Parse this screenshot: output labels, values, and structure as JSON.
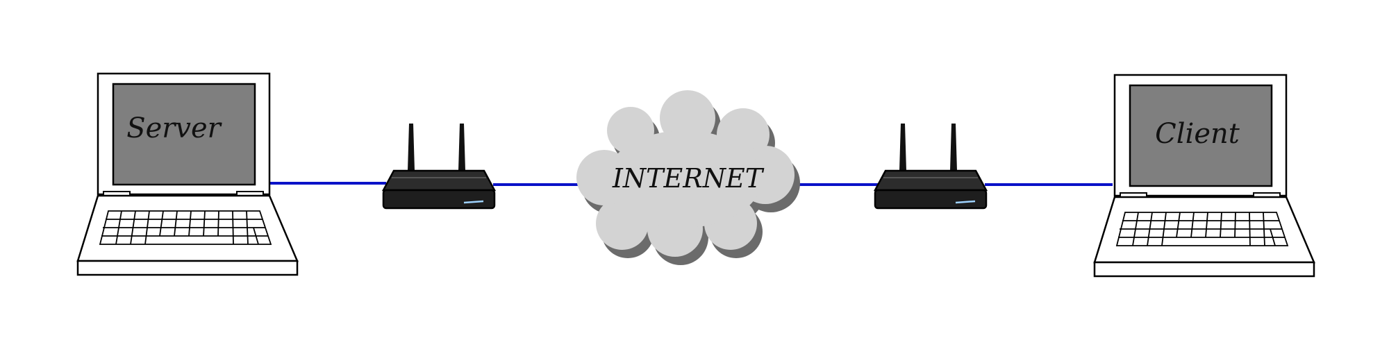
{
  "nodes": {
    "server": {
      "label": "Server"
    },
    "router_left": {
      "label": ""
    },
    "internet": {
      "label": "INTERNET"
    },
    "router_right": {
      "label": ""
    },
    "client": {
      "label": "Client"
    }
  },
  "colors": {
    "link": "#0a12c8",
    "screen": "#7f7f7f",
    "cloud": "#d3d3d3",
    "cloud_shadow": "#6b6b6b",
    "router": "#2c2c2c"
  }
}
